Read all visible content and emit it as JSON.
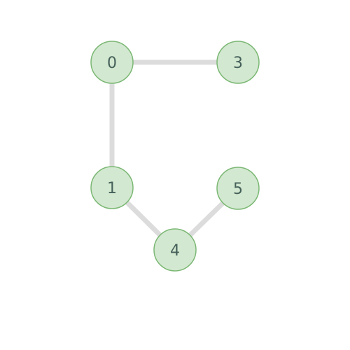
{
  "graph": {
    "nodes": [
      {
        "id": "0",
        "label": "0"
      },
      {
        "id": "1",
        "label": "1"
      },
      {
        "id": "3",
        "label": "3"
      },
      {
        "id": "4",
        "label": "4"
      },
      {
        "id": "5",
        "label": "5"
      }
    ],
    "edges": [
      {
        "from": "0",
        "to": "3"
      },
      {
        "from": "0",
        "to": "1"
      },
      {
        "from": "1",
        "to": "4"
      },
      {
        "from": "4",
        "to": "5"
      }
    ]
  },
  "colors": {
    "node_fill": "#d3e8d0",
    "node_stroke": "#7bb874",
    "edge": "#dcdcdc",
    "label": "#44605a"
  }
}
